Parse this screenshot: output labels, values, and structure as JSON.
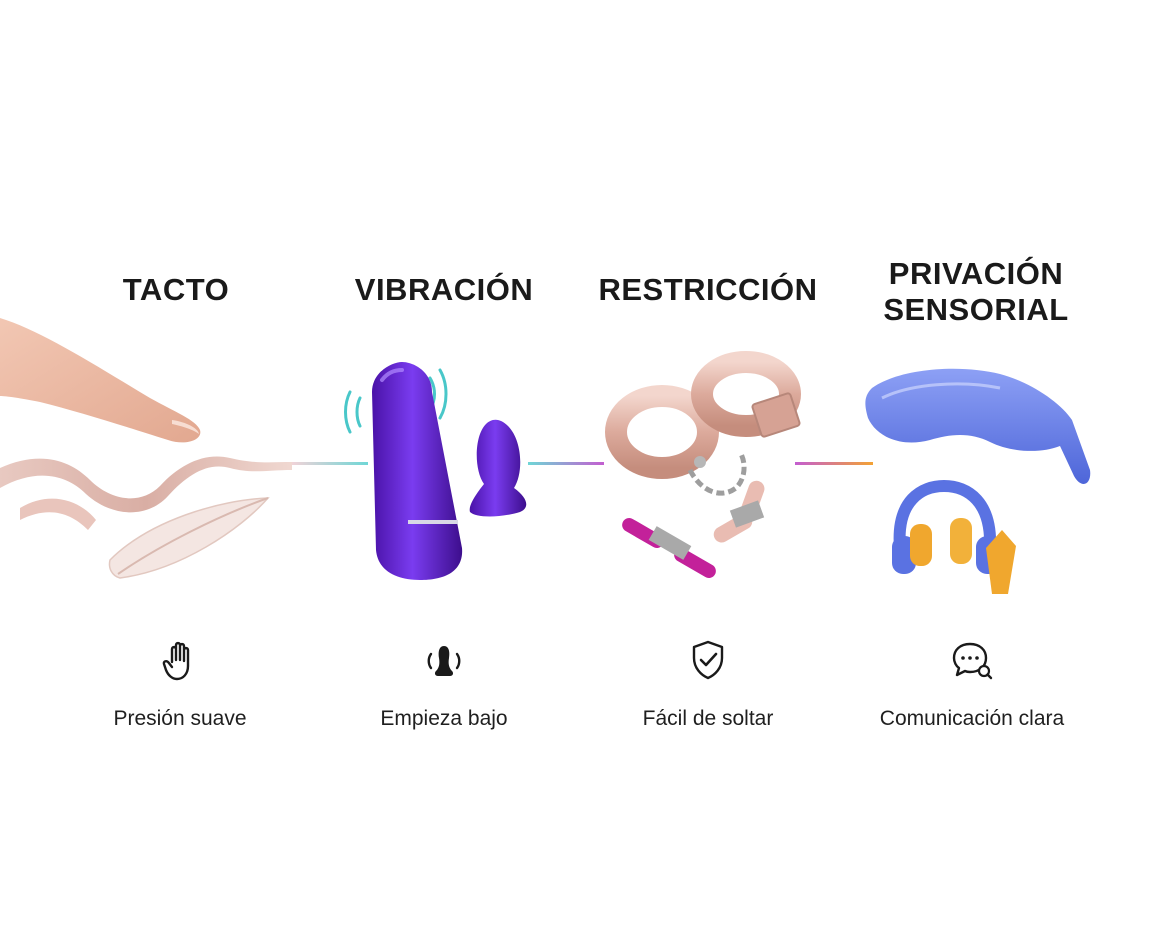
{
  "columns": [
    {
      "title": "TACTO",
      "caption": "Presión suave",
      "icon": "hand-icon",
      "accent": "#d9b3ac"
    },
    {
      "title": "VIBRACIÓN",
      "caption": "Empieza bajo",
      "icon": "vibration-icon",
      "accent": "#5b1fc4"
    },
    {
      "title": "RESTRICCIÓN",
      "caption": "Fácil de soltar",
      "icon": "shield-check-icon",
      "accent": "#e2b9ad"
    },
    {
      "title": "PRIVACIÓN\nSENSORIAL",
      "caption": "Comunicación clara",
      "icon": "chat-search-icon",
      "accent": "#6f86e8"
    }
  ],
  "connector_colors": [
    "#9fe3e0",
    "#c867d0",
    "#f2a53a"
  ]
}
